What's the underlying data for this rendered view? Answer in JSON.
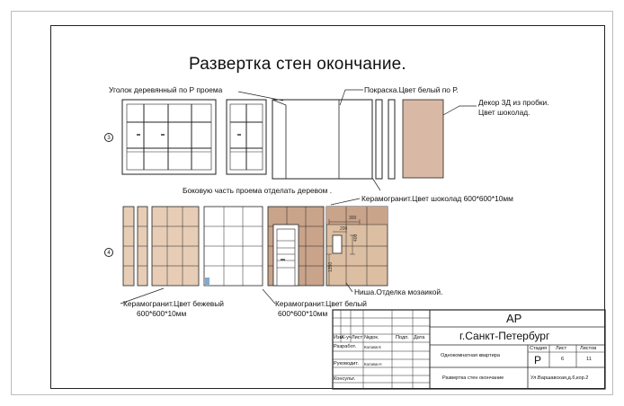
{
  "sheet": {
    "title": "Развертка стен окончание.",
    "rows": {
      "row1_marker": "3",
      "row2_marker": "4"
    }
  },
  "annotations": {
    "wooden_corner": "Уголок деревянный по Р проема",
    "paint_white": "Покраска.Цвет белый по Р.",
    "decor_3d_line1": "Декор 3Д из пробки.",
    "decor_3d_line2": "Цвет шоколад.",
    "side_wood": "Боковую часть проема отделать деревом .",
    "ceramic_chocolate": "Керамогранит.Цвет шоколад 600*600*10мм",
    "niche_mosaic": "Ниша.Отделка мозаикой.",
    "ceramic_beige_line1": "Керамогранит.Цвет бежевый",
    "ceramic_beige_line2": "600*600*10мм",
    "ceramic_white_line1": "Керамогранит.Цвет белый",
    "ceramic_white_line2": "600*600*10мм"
  },
  "dimensions": {
    "d1": "300",
    "d2": "200",
    "d3": "400",
    "d4": "1350"
  },
  "title_block": {
    "section": "АР",
    "city": "г.Санкт-Петербург",
    "col_headers": [
      "Изм.",
      "К-уч",
      "Лист",
      "№док.",
      "Подп.",
      "Дата"
    ],
    "rows": [
      {
        "role": "Разработ.",
        "name": "Колова К"
      },
      {
        "role": "Руководит.",
        "name": "Колова Н"
      },
      {
        "role": "Консульт.",
        "name": ""
      }
    ],
    "project": "Однокомнатная квартира",
    "drawing": "Развертка стен окончание",
    "address": "Ул.Варшавская,д.6,кор.2",
    "stage_label": "Стадия",
    "sheet_label": "Лист",
    "sheets_label": "Листов",
    "stage": "Р",
    "sheet_no": "6",
    "sheets_total": "11"
  },
  "colors": {
    "beige": "#e7cdb6",
    "beige_dark": "#dcbea2",
    "chocolate": "#c9a38a",
    "cork": "#d9b9a5",
    "niche_blue": "#7fa9d6",
    "line": "#222222"
  }
}
